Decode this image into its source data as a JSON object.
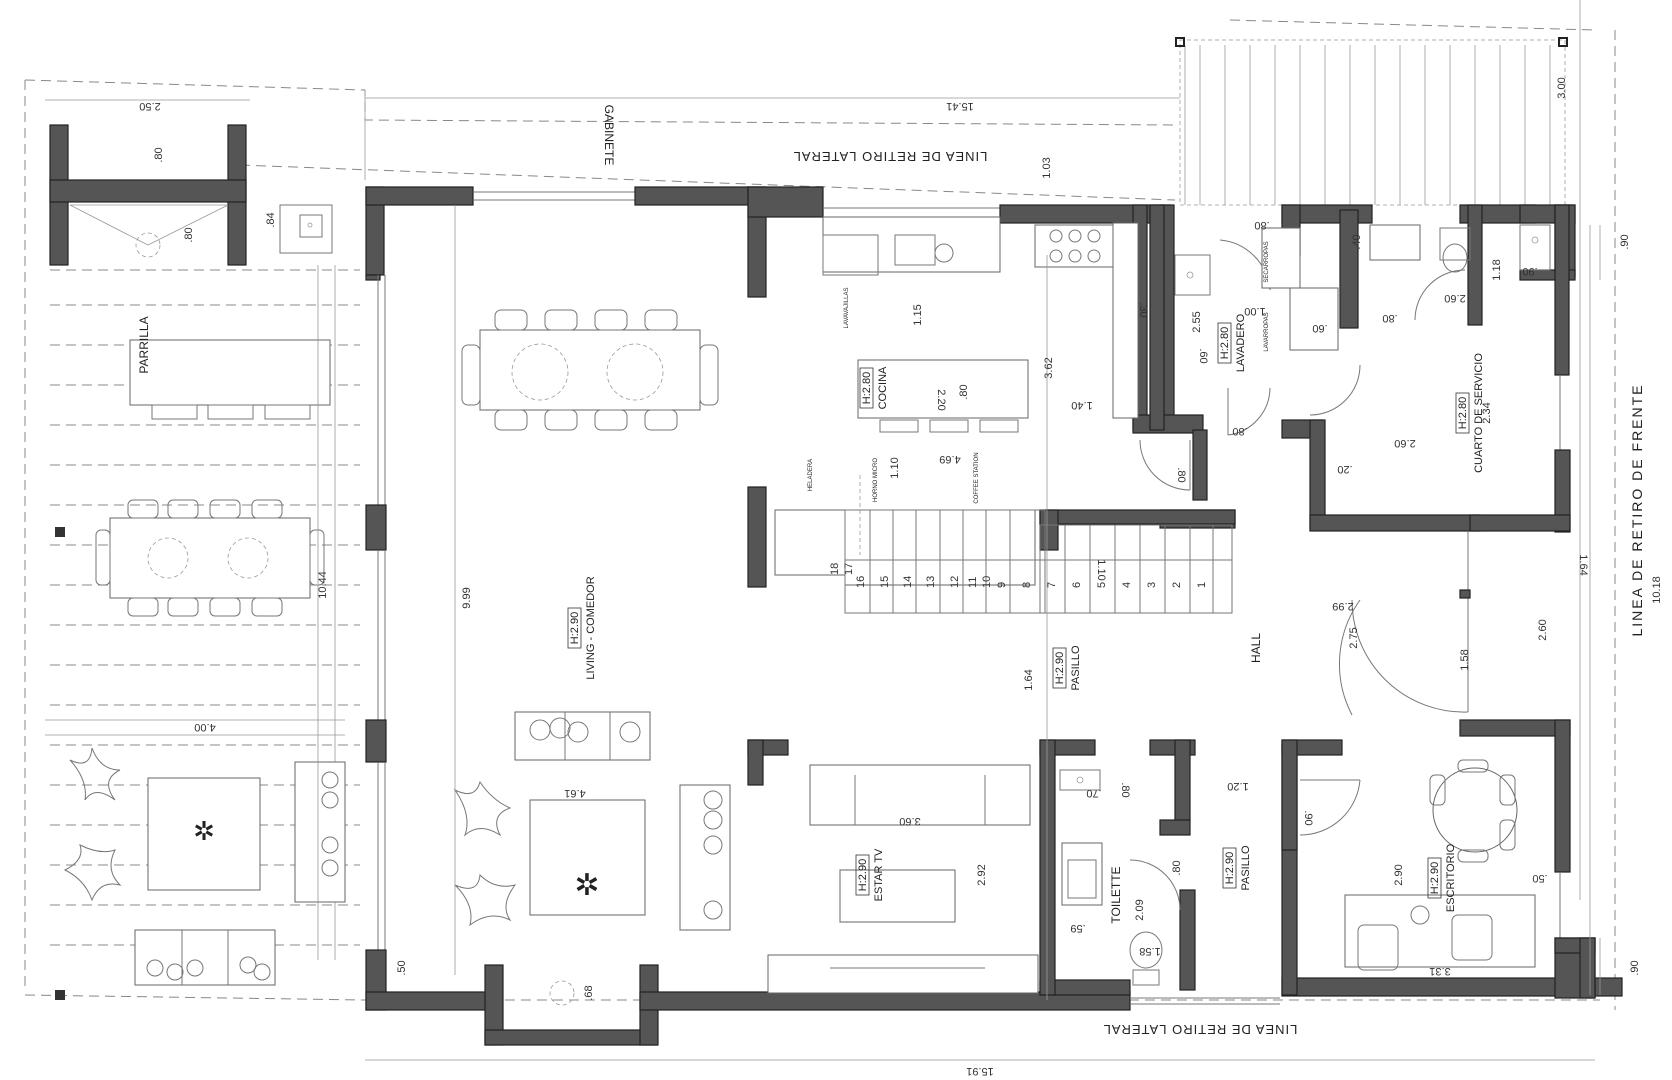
{
  "rooms": {
    "parrilla": "PARRILLA",
    "gabinete": "GABINETE",
    "living_height": "H:2.90",
    "living": "LIVING - COMEDOR",
    "cocina_height": "H:2.80",
    "cocina": "COCINA",
    "lavadero_height": "H:2.80",
    "lavadero": "LAVADERO",
    "servicio_height": "H:2.80",
    "servicio": "CUARTO DE SERVICIO",
    "pasillo1_height": "H:2.90",
    "pasillo1": "PASILLO",
    "hall": "HALL",
    "estar_height": "H:2.90",
    "estar": "ESTAR TV",
    "toilette": "TOILETTE",
    "pasillo2_height": "H:2.90",
    "pasillo2": "PASILLO",
    "escritorio_height": "H:2.90",
    "escritorio": "ESCRITORIO"
  },
  "setback_lines": {
    "lateral_top": "LINEA DE RETIRO LATERAL",
    "lateral_bottom": "LINEA DE RETIRO LATERAL",
    "frente": "LINEA DE RETIRO DE FRENTE"
  },
  "appliance_labels": {
    "lavavajillas": "LAVAVAJILLAS",
    "heladera": "HELADERA",
    "horno": "HORNO MICRO",
    "coffee": "COFFEE STATION",
    "secarropas": "SECARROPAS",
    "lavarropas": "LAVARROPAS"
  },
  "stair_steps": [
    "1",
    "2",
    "3",
    "4",
    "5",
    "6",
    "7",
    "8",
    "9",
    "10",
    "11",
    "12",
    "13",
    "14",
    "15",
    "16",
    "17",
    "18"
  ],
  "dimensions": {
    "d_2_50": "2.50",
    "d_15_41": "15.41",
    "d_3_00": "3.00",
    "d_80a": ".80",
    "d_80b": ".80",
    "d_84": ".84",
    "d_1_03": "1.03",
    "d_1_15": "1.15",
    "d_3_62": "3.62",
    "d_30": ".30",
    "d_2_55": "2.55",
    "d_60a": ".60",
    "d_1_00": "1.00",
    "d_60b": ".60",
    "d_40": ".40",
    "d_80c": ".80",
    "d_1_18": "1.18",
    "d_90a": ".90",
    "d_80d": ".80",
    "d_2_60a": "2.60",
    "d_90b": ".90",
    "d_2_20": "2.20",
    "d_80e": ".80",
    "d_1_40": "1.40",
    "d_80f": ".80",
    "d_4_69": "4.69",
    "d_1_10a": "1.10",
    "d_80g": ".80",
    "d_2_60b": "2.60",
    "d_2_34": "2.34",
    "d_20": ".20",
    "d_1_10b": "1.10",
    "d_10_44": "10.44",
    "d_9_99": "9.99",
    "d_10_18": "10.18",
    "d_1_64a": "1.64",
    "d_2_99": "2.99",
    "d_2_75": "2.75",
    "d_2_60c": "2.60",
    "d_1_58a": "1.58",
    "d_1_64b": "1.64",
    "d_4_00": "4.00",
    "d_4_61": "4.61",
    "d_3_60": "3.60",
    "d_2_92": "2.92",
    "d_70": ".70",
    "d_80h": ".80",
    "d_1_20": "1.20",
    "d_90c": ".90",
    "d_2_90": "2.90",
    "d_50a": ".50",
    "d_80i": ".80",
    "d_2_09": "2.09",
    "d_59": ".59",
    "d_1_58b": "1.58",
    "d_50b": ".50",
    "d_68": ".68",
    "d_3_31": "3.31",
    "d_90d": ".90",
    "d_15_91": "15.91"
  }
}
